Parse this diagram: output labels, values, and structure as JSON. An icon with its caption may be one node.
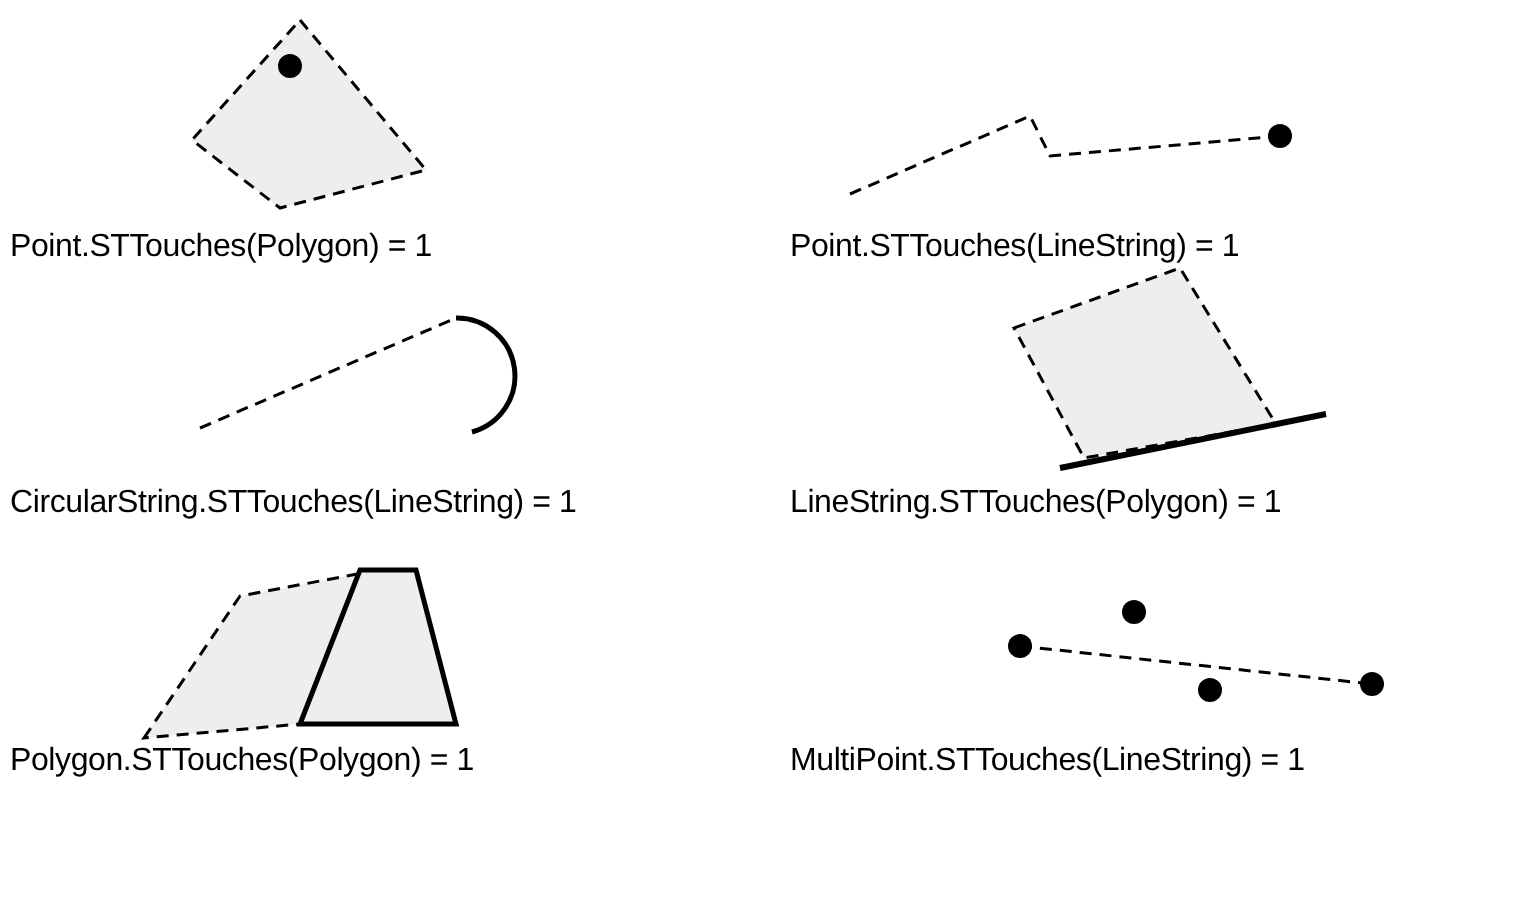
{
  "diagram": {
    "labels": [
      "Point.STTouches(Polygon) = 1",
      "Point.STTouches(LineString) = 1",
      "CircularString.STTouches(LineString) = 1",
      "LineString.STTouches(Polygon) = 1",
      "Polygon.STTouches(Polygon) = 1",
      "MultiPoint.STTouches(LineString) = 1"
    ]
  }
}
